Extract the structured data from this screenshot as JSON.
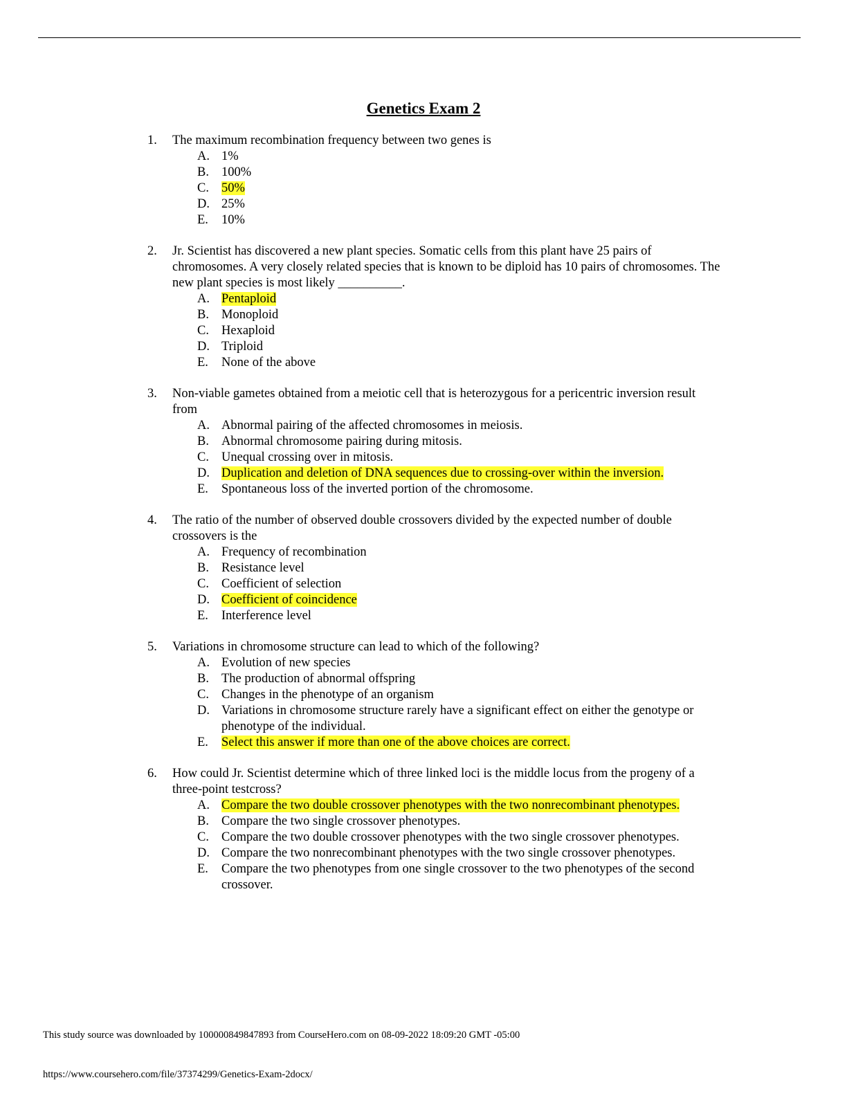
{
  "document": {
    "title": "Genetics Exam 2",
    "highlight_color": "#ffff33"
  },
  "questions": [
    {
      "number": "1.",
      "text": "The maximum recombination frequency between two genes is",
      "options": [
        {
          "letter": "A.",
          "text": "1%",
          "highlighted": false
        },
        {
          "letter": "B.",
          "text": "100%",
          "highlighted": false
        },
        {
          "letter": "C.",
          "text": "50%",
          "highlighted": true
        },
        {
          "letter": "D.",
          "text": "25%",
          "highlighted": false
        },
        {
          "letter": "E.",
          "text": "10%",
          "highlighted": false
        }
      ]
    },
    {
      "number": "2.",
      "text": "Jr. Scientist has discovered a new plant species. Somatic cells from this plant have 25 pairs of chromosomes. A very closely related species that is known to be diploid has 10 pairs of chromosomes. The new plant species is most likely __________.",
      "options": [
        {
          "letter": "A.",
          "text": "Pentaploid",
          "highlighted": true
        },
        {
          "letter": "B.",
          "text": "Monoploid",
          "highlighted": false
        },
        {
          "letter": "C.",
          "text": "Hexaploid",
          "highlighted": false
        },
        {
          "letter": "D.",
          "text": "Triploid",
          "highlighted": false
        },
        {
          "letter": "E.",
          "text": "None of the above",
          "highlighted": false
        }
      ]
    },
    {
      "number": "3.",
      "text": "Non-viable gametes obtained from a meiotic cell that is heterozygous for a pericentric inversion result from",
      "options": [
        {
          "letter": "A.",
          "text": "Abnormal pairing of the affected chromosomes in meiosis.",
          "highlighted": false
        },
        {
          "letter": "B.",
          "text": "Abnormal chromosome pairing during mitosis.",
          "highlighted": false
        },
        {
          "letter": "C.",
          "text": "Unequal crossing over in mitosis.",
          "highlighted": false
        },
        {
          "letter": "D.",
          "text": "Duplication and deletion of DNA sequences due to crossing-over within the inversion.",
          "highlighted": true
        },
        {
          "letter": "E.",
          "text": "Spontaneous loss of the inverted portion of the chromosome.",
          "highlighted": false
        }
      ]
    },
    {
      "number": "4.",
      "text": "The ratio of the number of observed double crossovers divided by the expected number of double crossovers is the",
      "options": [
        {
          "letter": "A.",
          "text": "Frequency of recombination",
          "highlighted": false
        },
        {
          "letter": "B.",
          "text": "Resistance level",
          "highlighted": false
        },
        {
          "letter": "C.",
          "text": "Coefficient of selection",
          "highlighted": false
        },
        {
          "letter": "D.",
          "text": "Coefficient of coincidence",
          "highlighted": true
        },
        {
          "letter": "E.",
          "text": "Interference level",
          "highlighted": false
        }
      ]
    },
    {
      "number": "5.",
      "text": "Variations in chromosome structure can lead to which of the following?",
      "options": [
        {
          "letter": "A.",
          "text": "Evolution of new species",
          "highlighted": false
        },
        {
          "letter": "B.",
          "text": "The production of abnormal offspring",
          "highlighted": false
        },
        {
          "letter": "C.",
          "text": "Changes in the phenotype of an organism",
          "highlighted": false
        },
        {
          "letter": "D.",
          "text": "Variations in chromosome structure rarely have a significant effect on either the genotype or phenotype of the individual.",
          "highlighted": false
        },
        {
          "letter": "E.",
          "text": "Select this answer if more than one of the above choices are correct.",
          "highlighted": true
        }
      ]
    },
    {
      "number": "6.",
      "text": "How could Jr. Scientist determine which of three linked loci is the middle locus from the progeny of a three-point testcross?",
      "options": [
        {
          "letter": "A.",
          "text": "Compare the two double crossover phenotypes with the two nonrecombinant phenotypes.",
          "highlighted": true
        },
        {
          "letter": "B.",
          "text": "Compare the two single crossover phenotypes.",
          "highlighted": false
        },
        {
          "letter": "C.",
          "text": "Compare the two double crossover phenotypes with the two single crossover phenotypes.",
          "highlighted": false
        },
        {
          "letter": "D.",
          "text": "Compare the two nonrecombinant phenotypes with the two single crossover phenotypes.",
          "highlighted": false
        },
        {
          "letter": "E.",
          "text": "Compare the two phenotypes from one single crossover to the two phenotypes of the second crossover.",
          "highlighted": false
        }
      ]
    }
  ],
  "footer": {
    "source": "This study source was downloaded by 100000849847893 from CourseHero.com on 08-09-2022 18:09:20 GMT -05:00",
    "url": "https://www.coursehero.com/file/37374299/Genetics-Exam-2docx/"
  }
}
